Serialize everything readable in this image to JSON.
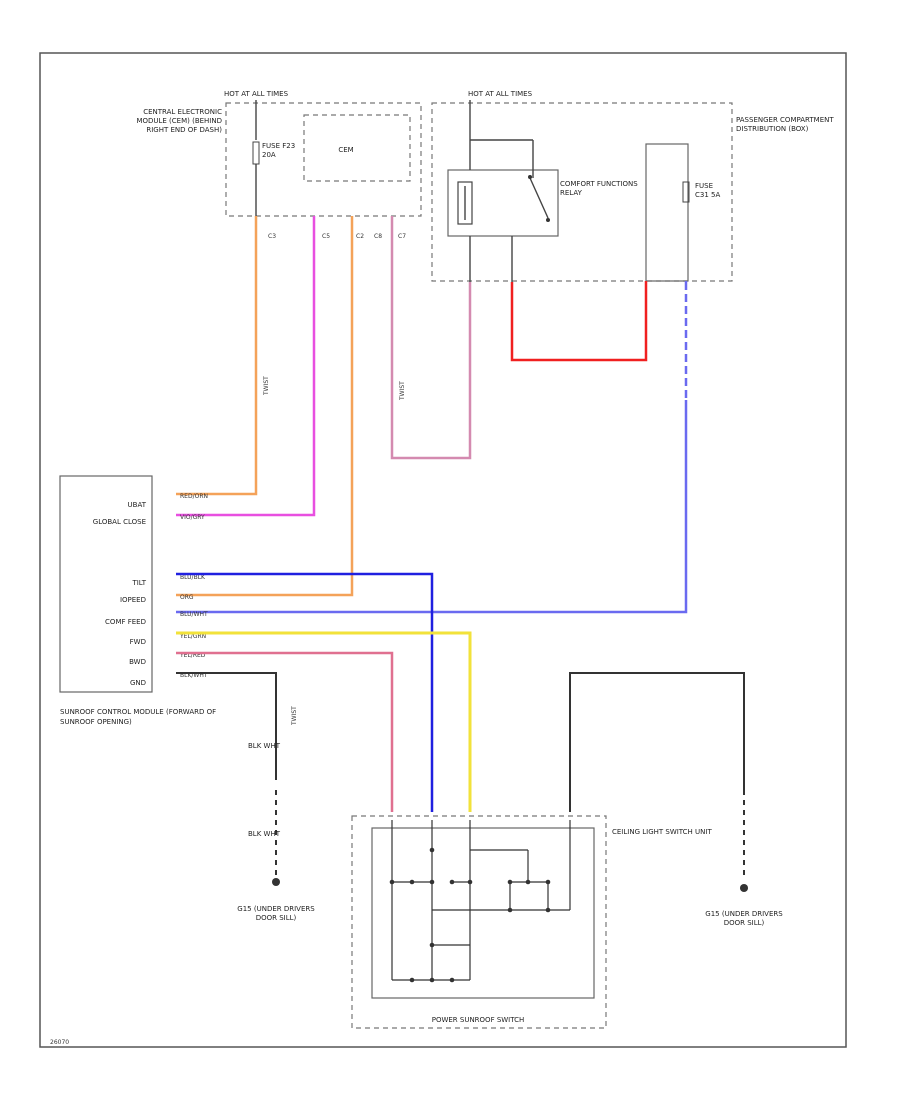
{
  "labels": {
    "hot_at_all_times_1": "HOT AT ALL TIMES",
    "hot_at_all_times_2": "HOT AT ALL TIMES",
    "cem": "CENTRAL ELECTRONIC MODULE (CEM) (BEHIND RIGHT END OF DASH)",
    "fuse_left": "FUSE F23 20A",
    "cem_box": "CEM",
    "comfort_relay": "COMFORT FUNCTIONS RELAY",
    "pcdb": "PASSENGER COMPARTMENT DISTRIBUTION (BOX)",
    "fuse_right": "FUSE C31 5A",
    "sunroof_module": "SUNROOF CONTROL MODULE (FORWARD OF SUNROOF OPENING)",
    "ceiling_light": "CEILING LIGHT SWITCH UNIT",
    "power_sunroof_switch": "POWER SUNROOF SWITCH",
    "ground_left": "G15 (UNDER DRIVERS DOOR SILL)",
    "ground_right": "G15 (UNDER DRIVERS DOOR SILL)",
    "ground_wire_1": "BLK WHT",
    "ground_wire_2": "BLK WHT",
    "module_pins": [
      "UBAT",
      "GLOBAL CLOSE",
      "",
      "",
      "TILT",
      "IOPEED",
      "COMF FEED",
      "FWD",
      "BWD",
      "GND"
    ],
    "module_wires": [
      "RED/ORN",
      "VIO/GRY",
      "",
      "",
      "BLU/BLK",
      "ORG",
      "BLU/WHT",
      "YEL/GRN",
      "YEL/RED",
      "BLK/WHT"
    ],
    "twisted_1": "TWIST",
    "twisted_2": "TWIST",
    "twisted_3": "TWIST",
    "footer_code": "26070"
  },
  "colors": {
    "orange": "#f4a259",
    "magenta": "#e84fe0",
    "pink": "#e07090",
    "violet": "#b070c8",
    "red": "#f02020",
    "blue": "#2020e0",
    "lightblue": "#6a6af0",
    "yellow": "#f2e23a",
    "black": "#333333"
  }
}
